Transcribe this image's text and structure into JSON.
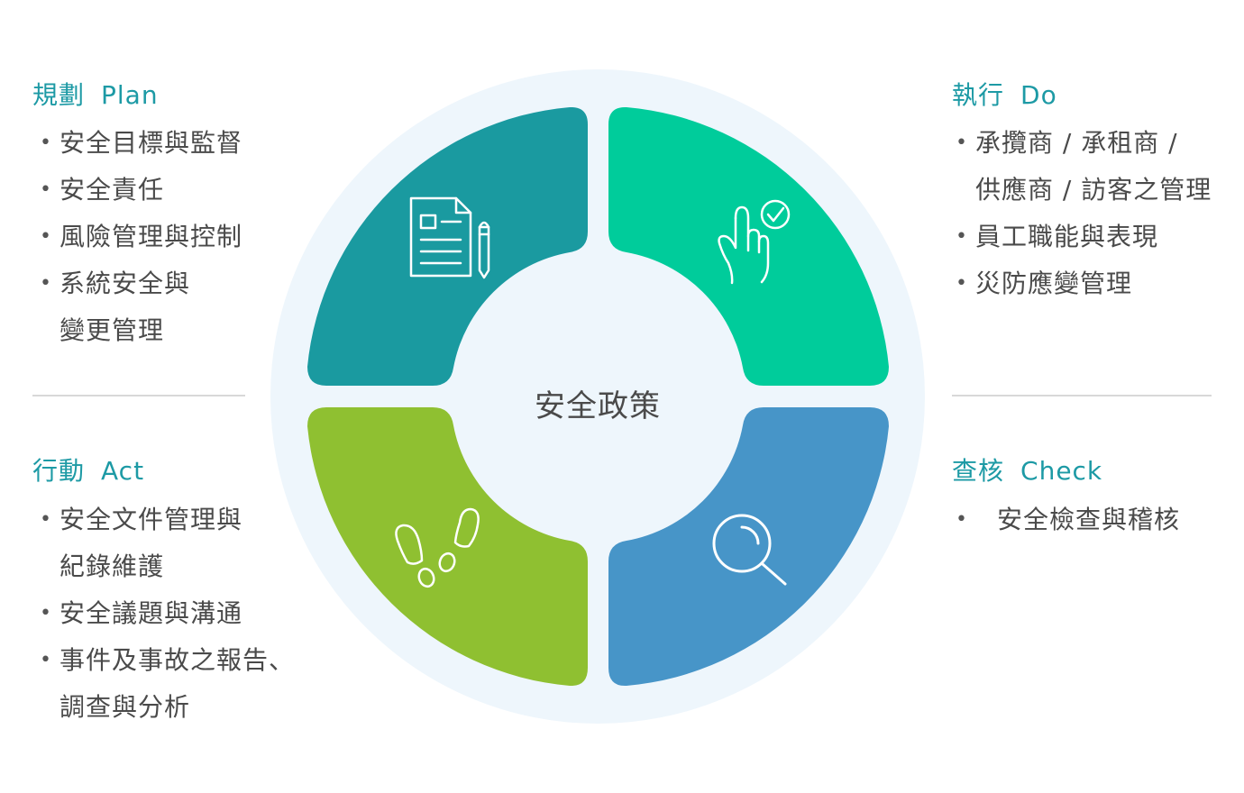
{
  "center": {
    "label": "安全政策"
  },
  "plan": {
    "title": "規劃",
    "title_en": "Plan",
    "items": [
      "安全目標與監督",
      "安全責任",
      "風險管理與控制",
      "系統安全與",
      "變更管理"
    ]
  },
  "do": {
    "title": "執行",
    "title_en": "Do",
    "items": [
      "承攬商 / 承租商 /",
      "供應商 / 訪客之管理",
      "員工職能與表現",
      "災防應變管理"
    ]
  },
  "act": {
    "title": "行動",
    "title_en": "Act",
    "items": [
      "安全文件管理與",
      "紀錄維護",
      "安全議題與溝通",
      "事件及事故之報告、",
      "調查與分析"
    ]
  },
  "check": {
    "title": "查核",
    "title_en": "Check",
    "items": [
      "安全檢查與稽核"
    ]
  },
  "colors": {
    "plan": "#1a9aa0",
    "do": "#00cc9b",
    "act": "#8fc031",
    "check": "#4795c8",
    "ring_bg": "#eef6fc",
    "title": "#1d9aa5",
    "text": "#4a4a4a"
  },
  "icons": {
    "plan": "document-pencil-icon",
    "do": "hand-check-icon",
    "act": "footprints-icon",
    "check": "magnifier-icon"
  }
}
